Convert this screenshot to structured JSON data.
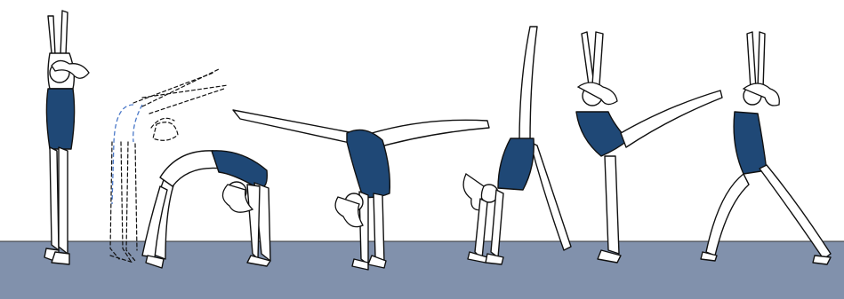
{
  "scene": {
    "description_alt": "",
    "colors": {
      "mat": "#8191ac",
      "leotard": "#1f4876",
      "outline": "#111111",
      "ghost_accent": "#4a78c8"
    },
    "figures": [
      {
        "pose": "standing-arms-up"
      },
      {
        "pose": "falling-back-ghost"
      },
      {
        "pose": "bridge"
      },
      {
        "pose": "split-handstand"
      },
      {
        "pose": "one-leg-up-handstand"
      },
      {
        "pose": "arabesque-arms-up"
      },
      {
        "pose": "lunge-arms-up"
      }
    ]
  }
}
